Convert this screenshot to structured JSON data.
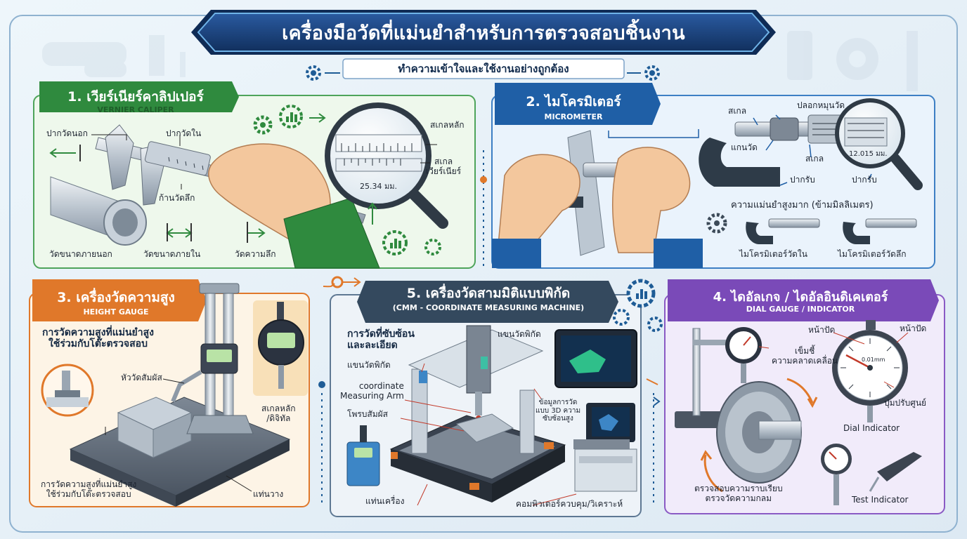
{
  "header": {
    "title": "เครื่องมือวัดที่แม่นยำสำหรับการตรวจสอบชิ้นงาน",
    "subtitle": "ทำความเข้าใจและใช้งานอย่างถูกต้อง"
  },
  "colors": {
    "navy": "#173a6e",
    "vernier": "#2f8a3e",
    "micrometer": "#1f5fa6",
    "height_gauge": "#e0782a",
    "cmm": "#34495e",
    "dial": "#7a4ab8"
  },
  "panels": {
    "vernier": {
      "title": "1. เวียร์เนียร์คาลิปเปอร์",
      "subtitle": "VERNIER CALIPER",
      "labels": {
        "outer_jaw": "ปากวัดนอก",
        "inner_jaw": "ปากวัดใน",
        "depth_rod": "ก้านวัดลึก",
        "main_scale": "สเกลหลัก",
        "vernier_scale": "สเกล\nเวียร์เนียร์",
        "reading": "25.34 มม.",
        "outside": "วัดขนาดภายนอก",
        "inside": "วัดขนาดภายใน",
        "depth": "วัดความลึก"
      },
      "icons": [
        "gear-icon",
        "chart-icon",
        "magnifier-icon"
      ]
    },
    "micrometer": {
      "title": "2. ไมโครมิเตอร์",
      "subtitle": "MICROMETER",
      "labels": {
        "scale": "สเกล",
        "thimble": "ปลอกหมุนวัด",
        "anvil": "แกนวัด",
        "scale2": "สเกล",
        "frame": "ปากรับ",
        "frame2": "ปากรับ",
        "reading": "12.015 มม.",
        "accuracy": "ความแม่นยำสูงมาก (ข้ามมิลลิเมตร)",
        "inside": "ไมโครมิเตอร์วัดใน",
        "depth": "ไมโครมิเตอร์วัดลึก"
      }
    },
    "height_gauge": {
      "title": "3. เครื่องวัดความสูง",
      "subtitle": "HEIGHT GAUGE",
      "labels": {
        "desc_top": "การวัดความสูงที่แม่นยำสูง\nใช้ร่วมกับโต๊ะตรวจสอบ",
        "probe": "หัววัดสัมผัส",
        "scale": "สเกลหลัก\n/ดิจิทัล",
        "desc_bottom": "การวัดความสูงที่แม่นยำสูง\nใช้ร่วมกับโต๊ะตรวจสอบ",
        "base": "แท่นวาง"
      }
    },
    "cmm": {
      "title": "5. เครื่องวัดสามมิติแบบพิกัด",
      "subtitle": "(CMM - COORDINATE MEASURING MACHINE)",
      "labels": {
        "desc": "การวัดที่ซับซ้อน\nและละเอียด",
        "arm_top": "แขนวัดพิกัด",
        "arm_left": "แขนวัดพิกัด",
        "arm_en": "coordinate\nMeasuring Arm",
        "probe": "โพรบสัมผัส",
        "data": "ข้อมูลการวัด\nแบบ 3D ความ\nซับซ้อนสูง",
        "base": "แท่นเครื่อง",
        "computer": "คอมพิวเตอร์ควบคุม/วิเคราะห์"
      }
    },
    "dial": {
      "title": "4. ไดอัลเกจ / ไดอัลอินดิเคเตอร์",
      "subtitle": "DIAL GAUGE / INDICATOR",
      "labels": {
        "face": "หน้าปัด",
        "face2": "หน้าปัด",
        "needle": "เข็มชี้\nความคลาดเคลื่อน",
        "zero": "ปุ่มปรับศูนย์",
        "dial_indicator": "Dial Indicator",
        "check": "ตรวจสอบความราบเรียบ\nตรวจวัดความกลม",
        "test_indicator": "Test Indicator",
        "face_text": "0.01mm"
      }
    }
  }
}
